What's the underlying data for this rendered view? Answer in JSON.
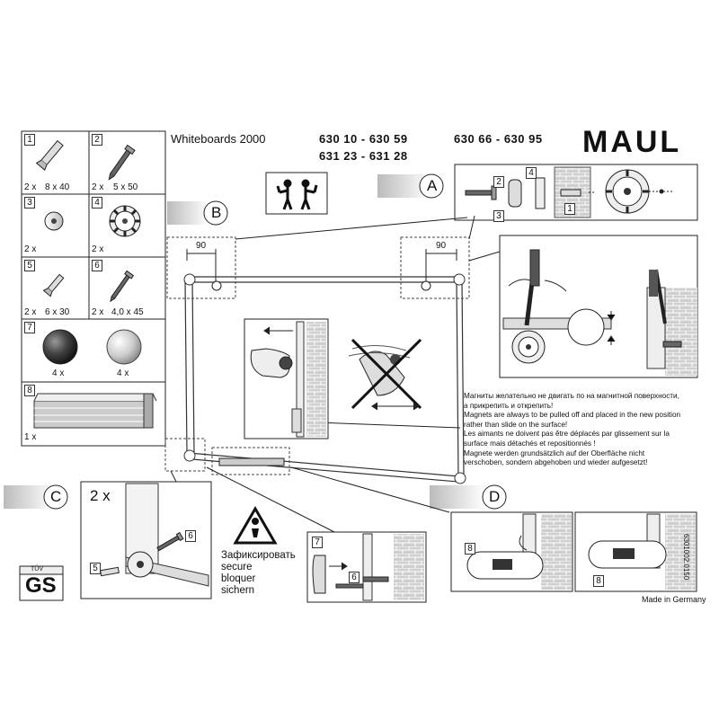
{
  "header": {
    "product": "Whiteboards 2000",
    "codes": [
      "630 10 - 630 59",
      "630 66 - 630 95",
      "631 23 - 631 28"
    ],
    "brand": "MAUL"
  },
  "parts": [
    {
      "num": "1",
      "qty": "2 x",
      "size": "8 x 40"
    },
    {
      "num": "2",
      "qty": "2 x",
      "size": "5 x 50"
    },
    {
      "num": "3",
      "qty": "2 x",
      "size": ""
    },
    {
      "num": "4",
      "qty": "2 x",
      "size": ""
    },
    {
      "num": "5",
      "qty": "2 x",
      "size": "6 x 30"
    },
    {
      "num": "6",
      "qty": "2 x",
      "size": "4,0 x 45"
    },
    {
      "num": "7",
      "qty_a": "4 x",
      "qty_b": "4 x"
    },
    {
      "num": "8",
      "qty": "1 x"
    }
  ],
  "steps": {
    "a": "A",
    "b": "B",
    "c": "C",
    "d": "D"
  },
  "labels": {
    "dim_left": "90",
    "dim_right": "90",
    "a_part2": "2",
    "a_part3": "3",
    "a_part4": "4",
    "a_part1": "1",
    "c_qty": "2 x",
    "c_part6": "6",
    "c_part5": "5",
    "c2_part7": "7",
    "c2_part6": "6",
    "d_part8a": "8",
    "d_part8b": "8",
    "tuv": "TÜV",
    "gs": "GS"
  },
  "warning_lines": [
    "Магниты желательно не двигать по на магнитной поверхности,",
    "а прикрепить и открепить!",
    "Magnets are always to be pulled off and placed in the new position",
    "rather than slide on the surface!",
    "Les aimants ne doivent pas être déplacés par glissement sur la",
    "surface mais détachés et repositionnés !",
    "Magnete werden grundsätzlich auf der Oberfläche nicht",
    "verschoben, sondern abgehoben und wieder aufgesetzt!"
  ],
  "secure_lines": [
    "Зафиксировать",
    "secure",
    "bloquer",
    "sichern"
  ],
  "footer": {
    "made": "Made in Germany",
    "doc_code": "6301002.0150"
  }
}
